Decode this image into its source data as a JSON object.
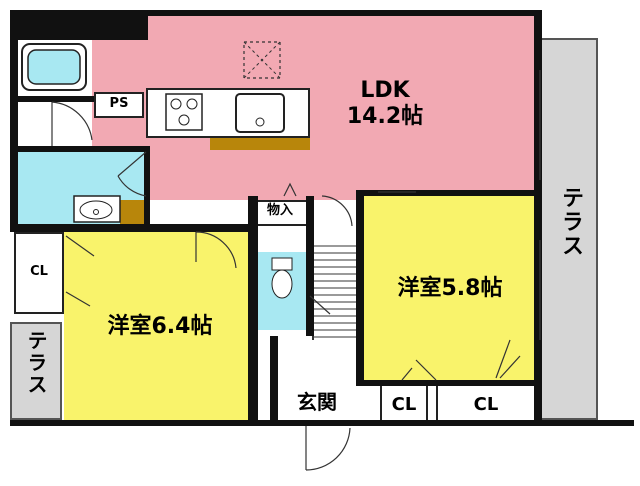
{
  "colors": {
    "ldk": "#f2a9b3",
    "western_room": "#f9f36b",
    "water": "#a8e8f2",
    "terrace": "#d6d6d6",
    "wall": "#111111",
    "stairs_stripe": "#9a9a9a",
    "counter": "#b8860b"
  },
  "rooms": {
    "ldk": {
      "name": "LDK",
      "size": "14.2帖"
    },
    "western_room_right": {
      "label": "洋室5.8帖"
    },
    "western_room_left": {
      "label": "洋室6.4帖"
    },
    "storage": {
      "label": "物入"
    },
    "pipe_space": {
      "label": "PS"
    },
    "entrance": {
      "label": "玄関"
    },
    "closet_left": {
      "label": "CL"
    },
    "closet_mid": {
      "label": "CL"
    },
    "closet_right": {
      "label": "CL"
    },
    "terrace_right": {
      "label": "テラス"
    },
    "terrace_left": {
      "label": "テラス"
    }
  },
  "fixtures": {
    "bathtub_icon": "bathtub-icon",
    "stove_icon": "stove-icon",
    "sink_icon": "kitchen-sink-icon",
    "washbasin_icon": "washbasin-icon",
    "toilet_icon": "toilet-icon",
    "ventilation_icon": "ventilation-icon"
  }
}
